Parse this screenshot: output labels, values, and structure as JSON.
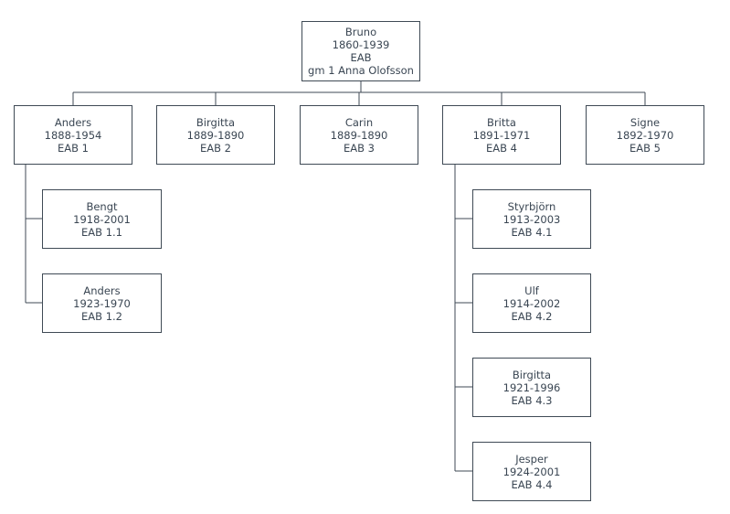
{
  "colors": {
    "line": "#3f4a55",
    "text": "#3a4653",
    "background": "#ffffff"
  },
  "root": {
    "name": "Bruno",
    "years": "1860-1939",
    "code": "EAB",
    "spouse": "gm 1 Anna Olofsson"
  },
  "children": [
    {
      "name": "Anders",
      "years": "1888-1954",
      "code": "EAB 1",
      "children": [
        {
          "name": "Bengt",
          "years": "1918-2001",
          "code": "EAB 1.1"
        },
        {
          "name": "Anders",
          "years": "1923-1970",
          "code": "EAB 1.2"
        }
      ]
    },
    {
      "name": "Birgitta",
      "years": "1889-1890",
      "code": "EAB 2"
    },
    {
      "name": "Carin",
      "years": "1889-1890",
      "code": "EAB 3"
    },
    {
      "name": "Britta",
      "years": "1891-1971",
      "code": "EAB 4",
      "children": [
        {
          "name": "Styrbjörn",
          "years": "1913-2003",
          "code": "EAB 4.1"
        },
        {
          "name": "Ulf",
          "years": "1914-2002",
          "code": "EAB 4.2"
        },
        {
          "name": "Birgitta",
          "years": "1921-1996",
          "code": "EAB 4.3"
        },
        {
          "name": "Jesper",
          "years": "1924-2001",
          "code": "EAB 4.4"
        }
      ]
    },
    {
      "name": "Signe",
      "years": "1892-1970",
      "code": "EAB 5"
    }
  ]
}
